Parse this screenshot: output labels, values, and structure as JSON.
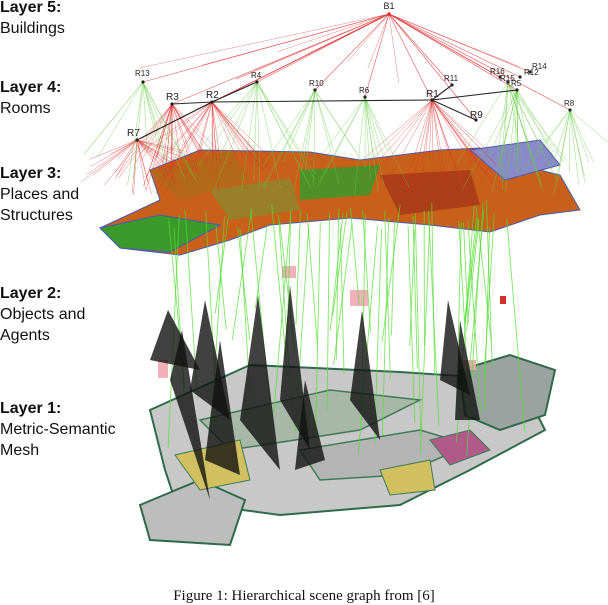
{
  "layers": [
    {
      "title": "Layer 5:",
      "desc": [
        "Buildings"
      ]
    },
    {
      "title": "Layer 4:",
      "desc": [
        "Rooms"
      ]
    },
    {
      "title": "Layer 3:",
      "desc": [
        "Places and",
        "Structures"
      ]
    },
    {
      "title": "Layer 2:",
      "desc": [
        "Objects and",
        "Agents"
      ]
    },
    {
      "title": "Layer 1:",
      "desc": [
        "Metric-Semantic",
        "Mesh"
      ]
    }
  ],
  "building_node": "B1",
  "room_nodes": [
    "R1",
    "R2",
    "R3",
    "R4",
    "R5",
    "R6",
    "R7",
    "R8",
    "R9",
    "R10",
    "R11",
    "R12",
    "R13",
    "R14",
    "R15",
    "R16"
  ],
  "caption": "Figure 1: Hierarchical scene graph from [6]",
  "colors": {
    "building_edge": "#e03030",
    "room_edge": "#111111",
    "room_to_place": "#e03030",
    "place_to_object": "#55dd33",
    "places_orange": "#d86a10",
    "places_green": "#3a9a2a",
    "mesh_wall": "#2f6b4a",
    "mesh_floor": "#c9c9c9"
  }
}
